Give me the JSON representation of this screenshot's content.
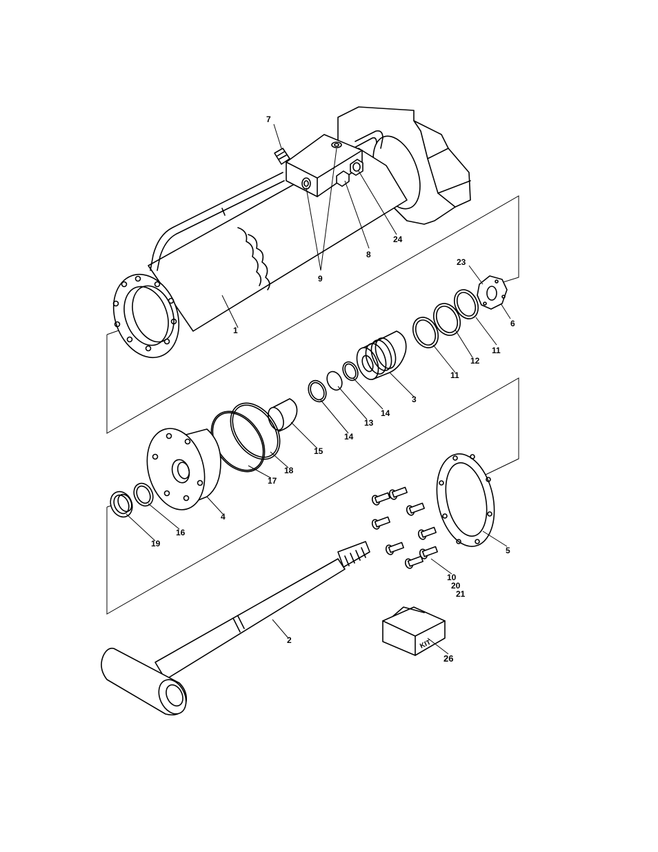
{
  "callouts": {
    "c1": "1",
    "c2": "2",
    "c3": "3",
    "c4": "4",
    "c5": "5",
    "c6": "6",
    "c7": "7",
    "c8": "8",
    "c9": "9",
    "c10": "10",
    "c11a": "11",
    "c11b": "11",
    "c12": "12",
    "c13": "13",
    "c14a": "14",
    "c14b": "14",
    "c15": "15",
    "c16": "16",
    "c17": "17",
    "c18": "18",
    "c19": "19",
    "c20": "20",
    "c21": "21",
    "c23": "23",
    "c24": "24",
    "c26": "26"
  },
  "kit_box_text": "KIT"
}
